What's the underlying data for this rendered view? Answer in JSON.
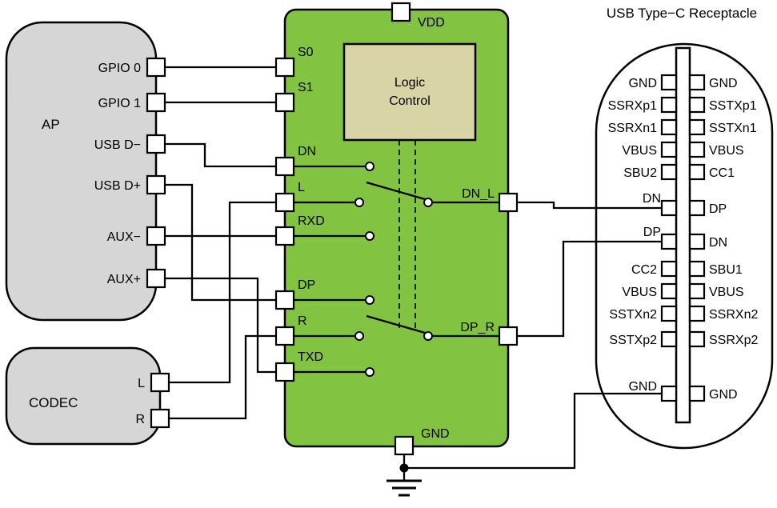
{
  "colors": {
    "ic_green": "#82C341",
    "logic_tan": "#D8D4A6",
    "block_gray": "#D6D6D6",
    "wire_black": "#000000"
  },
  "ap": {
    "label": "AP",
    "pins": {
      "gpio0": "GPIO 0",
      "gpio1": "GPIO 1",
      "usb_dm": "USB D−",
      "usb_dp": "USB D+",
      "aux_m": "AUX−",
      "aux_p": "AUX+"
    }
  },
  "codec": {
    "label": "CODEC",
    "pins": {
      "l": "L",
      "r": "R"
    }
  },
  "ic": {
    "power_pin": "VDD",
    "ground_pin": "GND",
    "logic": {
      "line1": "Logic",
      "line2": "Control"
    },
    "left_pins": {
      "s0": "S0",
      "s1": "S1",
      "dn": "DN",
      "l": "L",
      "rxd": "RXD",
      "dp": "DP",
      "r": "R",
      "txd": "TXD"
    },
    "right_pins": {
      "dn_l": "DN_L",
      "dp_r": "DP_R"
    }
  },
  "receptacle": {
    "title": "USB Type−C Receptacle",
    "left_pins": [
      "GND",
      "SSRXp1",
      "SSRXn1",
      "VBUS",
      "SBU2",
      "DN",
      "DP",
      "CC2",
      "VBUS",
      "SSTXn2",
      "SSTXp2",
      "GND"
    ],
    "right_pins": [
      "GND",
      "SSTXp1",
      "SSTXn1",
      "VBUS",
      "CC1",
      "DP",
      "DN",
      "SBU1",
      "VBUS",
      "SSRXn2",
      "SSRXp2",
      "GND"
    ]
  }
}
